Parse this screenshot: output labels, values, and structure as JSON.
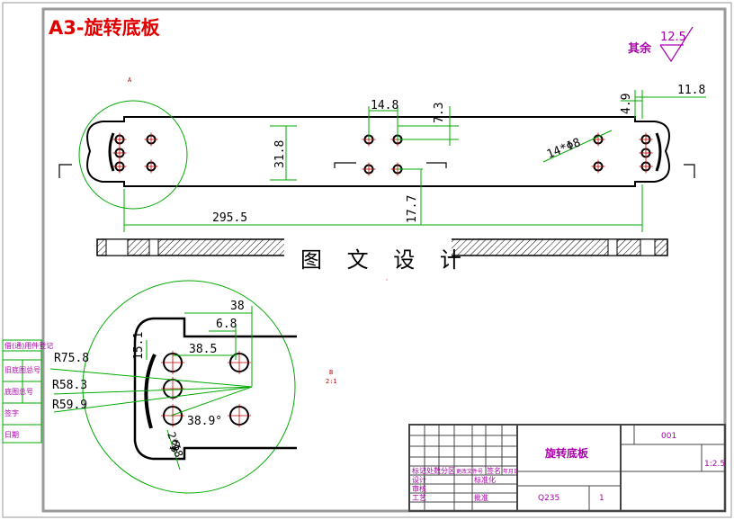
{
  "title": "A3-旋转底板",
  "watermark": "图 文 设 计",
  "roughness": {
    "label": "其余",
    "value": "12.5"
  },
  "views": {
    "detail_a_label": "A",
    "section_b_label": "B",
    "section_b_scale": "2:1"
  },
  "dims_top": {
    "d_14_8": "14.8",
    "d_7_3": "7.3",
    "d_4_9": "4.9",
    "d_11_8": "11.8",
    "d_31_8": "31.8",
    "d_holes": "14*Φ8",
    "d_17_7": "17.7",
    "d_295_5": "295.5"
  },
  "dims_detail": {
    "d_38": "38",
    "d_6_8": "6.8",
    "d_38_5": "38.5",
    "d_15_1": "15.1",
    "r_75_8": "R75.8",
    "r_58_3": "R58.3",
    "r_59_9": "R59.9",
    "a_38_9": "38.9°",
    "d_2_5": "2*Φ8",
    "d_9": "Φ9"
  },
  "title_block": {
    "part_name": "旋转底板",
    "drawing_no": "001",
    "scale": "1:2.5",
    "material": "Q235",
    "quantity": "1",
    "left_labels": [
      "借(通)用件登记",
      "旧底图总号",
      "底图总号",
      "签字",
      "日期"
    ],
    "left_values": [
      "",
      "",
      "",
      "",
      ""
    ],
    "row_labels": [
      "标记",
      "处数",
      "分区",
      "更改文件号",
      "签名",
      "年月日"
    ],
    "sign_labels": [
      "设计",
      "审核",
      "工艺"
    ],
    "std_label": "标准化",
    "approve_label": "批准"
  },
  "colors": {
    "frame": "#000000",
    "dim": "#00aa00",
    "center": "#c00000",
    "title": "#e00000",
    "tb_text": "#aa00aa",
    "circle": "#00aa00"
  }
}
